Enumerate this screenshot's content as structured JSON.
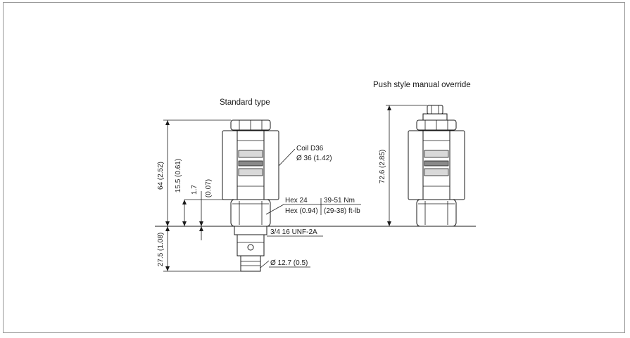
{
  "titles": {
    "standard": "Standard type",
    "push": "Push style manual override"
  },
  "callouts": {
    "coil_name": "Coil D36",
    "coil_dim": "Ø 36 (1.42)",
    "hex_size": "Hex 24",
    "hex_inch": "Hex (0.94)",
    "torque_nm": "39-51 Nm",
    "torque_ftlb": "(29-38) ft-lb",
    "thread": "3/4 16 UNF-2A",
    "nose_dia": "Ø 12.7 (0.5)"
  },
  "dimensions": {
    "height_total": "64 (2.52)",
    "height_hex": "15.5 (0.61)",
    "step_mm": "1.7",
    "step_inch": "(0.07)",
    "cavity_depth": "27.5 (1.08)",
    "push_height": "72.6 (2.85)"
  }
}
